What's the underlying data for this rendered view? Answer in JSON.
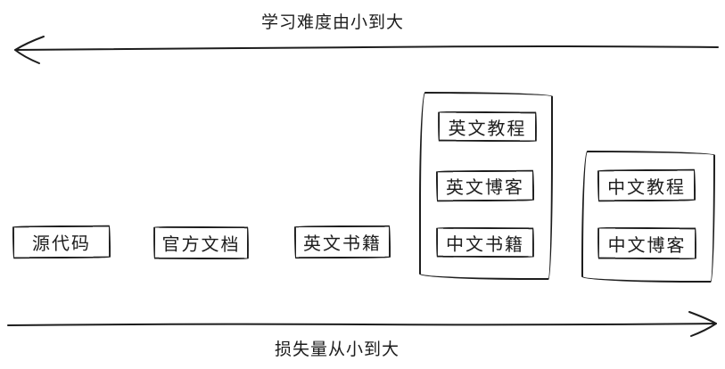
{
  "diagram": {
    "top_axis": {
      "label": "学习难度由小到大",
      "arrow_direction": "left"
    },
    "bottom_axis": {
      "label": "损失量从小到大",
      "arrow_direction": "right"
    },
    "standalone_boxes": [
      {
        "label": "源代码"
      },
      {
        "label": "官方文档"
      },
      {
        "label": "英文书籍"
      }
    ],
    "groups": [
      {
        "items": [
          {
            "label": "英文教程"
          },
          {
            "label": "英文博客"
          },
          {
            "label": "中文书籍"
          }
        ]
      },
      {
        "items": [
          {
            "label": "中文教程"
          },
          {
            "label": "中文博客"
          }
        ]
      }
    ],
    "colors": {
      "stroke": "#1d1d1d",
      "background": "#ffffff"
    }
  }
}
